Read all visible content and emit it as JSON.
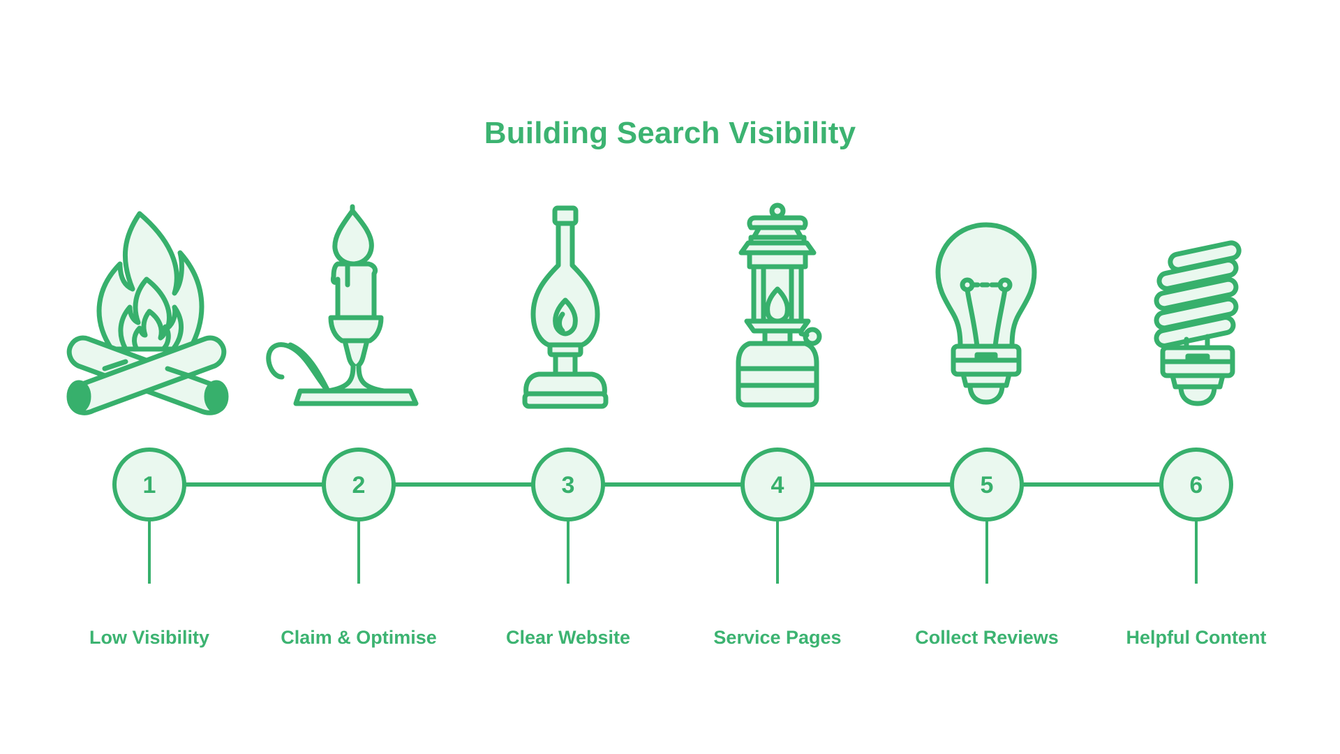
{
  "title": "Building Search Visibility",
  "colors": {
    "accent": "#3cb371",
    "stroke": "#37b06c",
    "fill": "#eaf8ef",
    "background": "#ffffff"
  },
  "steps": [
    {
      "number": "1",
      "label": "Low Visibility",
      "icon": "campfire-icon"
    },
    {
      "number": "2",
      "label": "Claim & Optimise",
      "icon": "candle-icon"
    },
    {
      "number": "3",
      "label": "Clear Website",
      "icon": "oil-lamp-icon"
    },
    {
      "number": "4",
      "label": "Service Pages",
      "icon": "lantern-icon"
    },
    {
      "number": "5",
      "label": "Collect Reviews",
      "icon": "light-bulb-icon"
    },
    {
      "number": "6",
      "label": "Helpful Content",
      "icon": "cfl-bulb-icon"
    }
  ]
}
